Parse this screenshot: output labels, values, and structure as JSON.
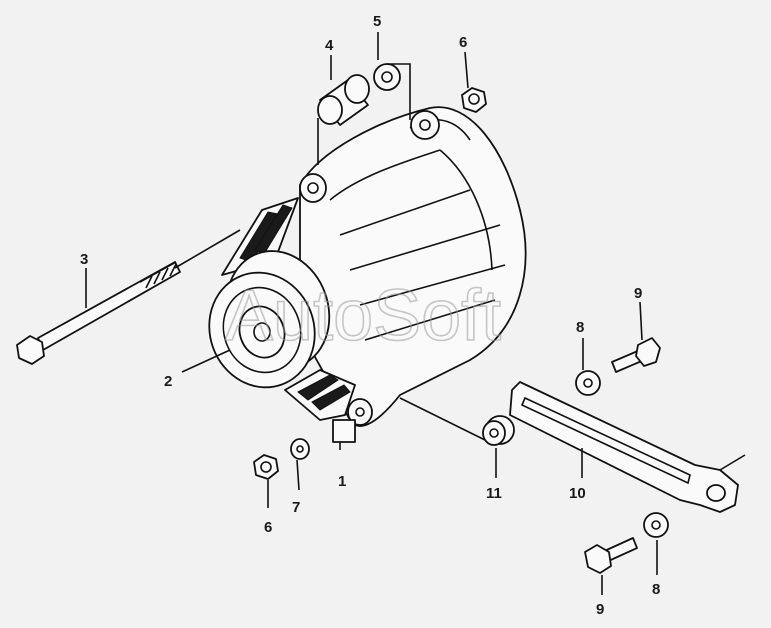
{
  "watermark": "AutoSoft",
  "callouts": [
    {
      "id": "1",
      "label": "1"
    },
    {
      "id": "2",
      "label": "2"
    },
    {
      "id": "3",
      "label": "3"
    },
    {
      "id": "4",
      "label": "4"
    },
    {
      "id": "5",
      "label": "5"
    },
    {
      "id": "6a",
      "label": "6"
    },
    {
      "id": "6b",
      "label": "6"
    },
    {
      "id": "7",
      "label": "7"
    },
    {
      "id": "8a",
      "label": "8"
    },
    {
      "id": "8b",
      "label": "8"
    },
    {
      "id": "9a",
      "label": "9"
    },
    {
      "id": "9b",
      "label": "9"
    },
    {
      "id": "10",
      "label": "10"
    },
    {
      "id": "11",
      "label": "11"
    }
  ]
}
